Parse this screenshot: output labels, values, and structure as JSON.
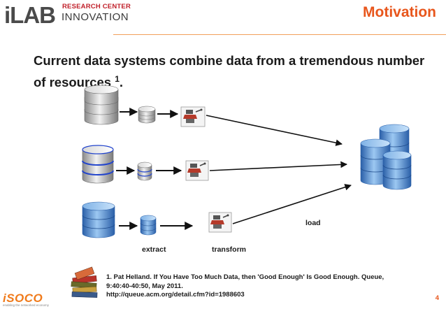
{
  "header": {
    "logo_ilab": "iLAB",
    "logo_research_center": "RESEARCH CENTER",
    "logo_innovation": "INNOVATION",
    "title": "Motivation"
  },
  "headline": {
    "text": "Current data systems combine data from a tremendous number of resources",
    "superscript": "1",
    "trailing": "."
  },
  "diagram": {
    "stage_labels": {
      "extract": "extract",
      "transform": "transform",
      "load": "load"
    },
    "colors": {
      "accent": "#e8561c",
      "arrow": "#111111",
      "cylinder_blue": "#4a8fd8"
    }
  },
  "reference": {
    "line1": "1.  Pat Helland. If You Have Too Much Data, then 'Good Enough' Is Good Enough. Queue,",
    "line2": "9:40:40-40:50, May 2011.",
    "line3": "http://queue.acm.org/detail.cfm?id=1988603"
  },
  "footer": {
    "brand": "iSOCO",
    "tagline": "enabling the networked economy",
    "page_number": "4"
  }
}
